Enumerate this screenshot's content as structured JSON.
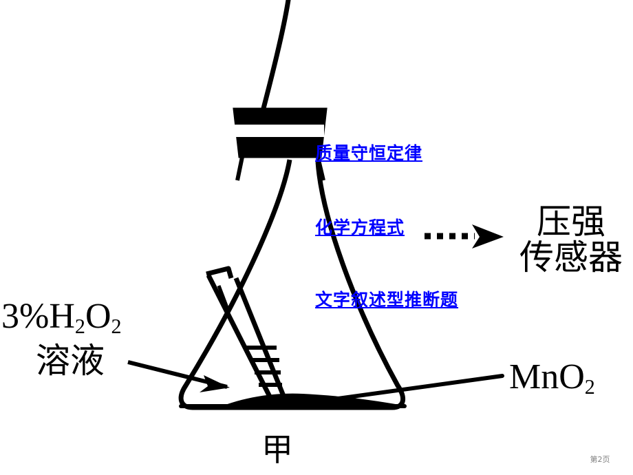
{
  "slide": {
    "background_color": "#ffffff",
    "page_number": "第2页",
    "flask_name": "甲"
  },
  "links": [
    {
      "id": "conservation",
      "label": "质量守恒定律",
      "color": "#0000ff"
    },
    {
      "id": "equation",
      "label": "化学方程式",
      "color": "#0000ff"
    },
    {
      "id": "inference",
      "label": "文字叙述型推断题",
      "color": "#0000ff"
    }
  ],
  "labels": {
    "reagent_formula_pre": "3%H",
    "reagent_formula_sub1": "2",
    "reagent_formula_mid": "O",
    "reagent_formula_sub2": "2",
    "reagent_solution": "溶液",
    "catalyst_pre": "MnO",
    "catalyst_sub": "2",
    "sensor_line1": "压强",
    "sensor_line2": "传感器"
  },
  "diagram": {
    "type": "chemistry-apparatus",
    "apparatus": "erlenmeyer-flask-with-stopper-and-inner-test-tube",
    "stroke_color": "#000000",
    "fill_color": "#000000",
    "arrow_style_sensor": "dotted-with-solid-arrowhead",
    "arrow_style_reagent": "solid-leader-with-arrowhead",
    "arrow_style_catalyst": "plain-leader-line"
  }
}
